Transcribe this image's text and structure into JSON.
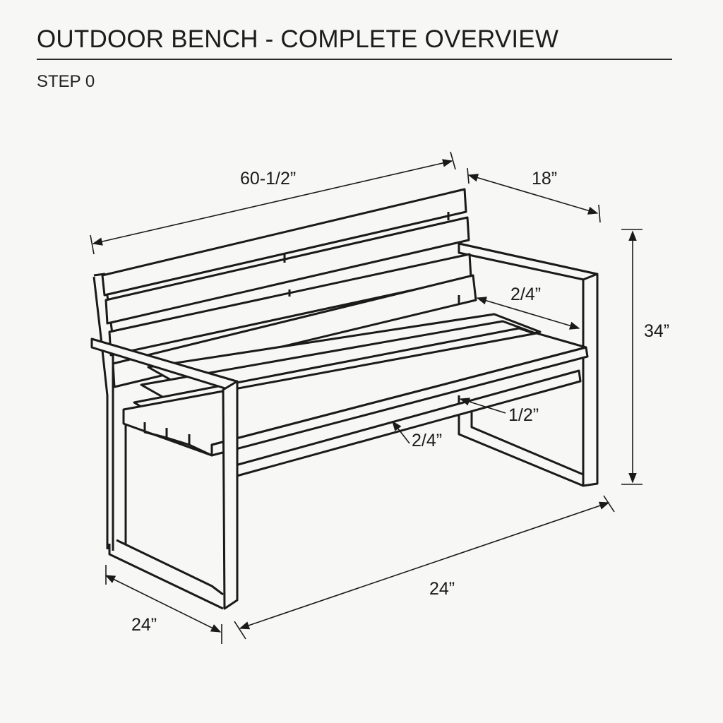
{
  "header": {
    "title": "OUTDOOR BENCH - COMPLETE OVERVIEW",
    "step": "STEP 0"
  },
  "dimensions": {
    "overall_length": "60-1/2”",
    "depth_top": "18”",
    "height": "34”",
    "armrest_inner": "2/4”",
    "slat_gap": "1/2”",
    "seat_slat": "2/4”",
    "front_length": "24”",
    "side_depth": "24”"
  },
  "colors": {
    "line": "#1a1a1a",
    "background": "#f7f7f5",
    "slat_fill": "#f7f7f5"
  }
}
